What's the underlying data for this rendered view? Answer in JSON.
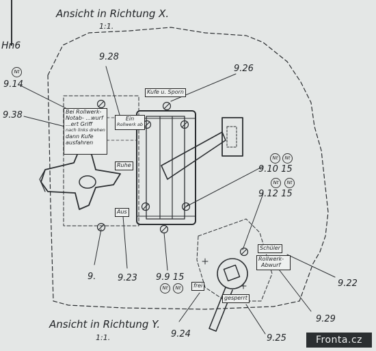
{
  "view_x": {
    "title": "Ansicht in Richtung X.",
    "scale": "1:1."
  },
  "view_y": {
    "title": "Ansicht in Richtung Y.",
    "scale": "1:1."
  },
  "sheet_id": "Hn6",
  "nt_mark": "Nt",
  "callouts": {
    "c914": "9.14",
    "c938": "9.38",
    "c928": "9.28",
    "c926": "9.26",
    "c9_10_15": "9.10 15",
    "c9_12_15": "9.12 15",
    "c9": "9.",
    "c923": "9.23",
    "c9_9_15": "9.9 15",
    "c922": "9.22",
    "c929": "9.29",
    "c925": "9.25",
    "c924": "9.24"
  },
  "labels": {
    "note_line1": "Bei Rollwerk-",
    "note_line2": "Notab- ...wurf",
    "note_line3": "...ert Griff",
    "note_line4": "nach links drehen",
    "note_line5": "dann Kufe",
    "note_line6": "ausfahren",
    "ein_line1": "Ein",
    "ein_line2": "Rollwerk ab",
    "kufe": "Kufe u. Sporn",
    "ruhe": "Ruhe",
    "aus": "Aus",
    "schueler": "Schüler",
    "rollwerk_line1": "Rollwerk-",
    "rollwerk_line2": "Abwurf",
    "frei": "frei",
    "gesperrt": "gesperrt"
  },
  "watermark": "Fronta.cz"
}
